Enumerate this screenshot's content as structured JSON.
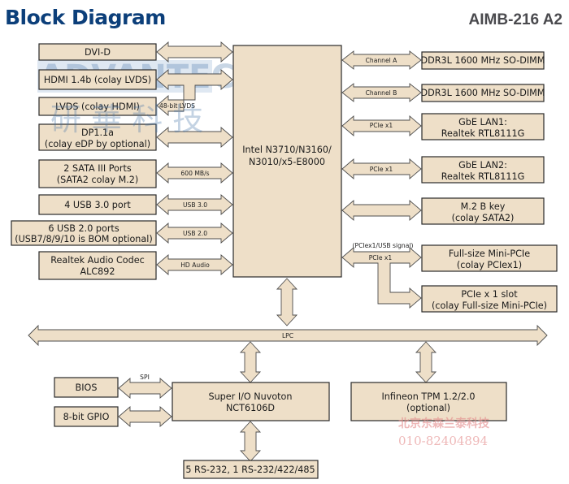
{
  "header": {
    "title": "Block Diagram",
    "model": "AIMB-216 A2"
  },
  "colors": {
    "title": "#0c3f7a",
    "model": "#4a4a4e",
    "box_fill": "#eedfc8",
    "box_stroke": "#2a2a2a"
  },
  "cpu": {
    "line1": "Intel N3710/N3160/",
    "line2": "N3010/x5-E8000"
  },
  "left_blocks": [
    {
      "id": "dvi",
      "lines": [
        "DVI-D"
      ],
      "bus": ""
    },
    {
      "id": "hdmi",
      "lines": [
        "HDMI 1.4b (colay LVDS)"
      ],
      "bus": ""
    },
    {
      "id": "lvds",
      "lines": [
        "LVDS (colay HDMI)"
      ],
      "bus": "48-bit LVDS"
    },
    {
      "id": "dp",
      "lines": [
        "DP1.1a",
        "(colay eDP by optional)"
      ],
      "bus": ""
    },
    {
      "id": "sata",
      "lines": [
        "2 SATA III Ports",
        "(SATA2 colay M.2)"
      ],
      "bus": "600 MB/s"
    },
    {
      "id": "usb3",
      "lines": [
        "4 USB 3.0 port"
      ],
      "bus": "USB 3.0"
    },
    {
      "id": "usb2",
      "lines": [
        "6 USB 2.0 ports",
        "(USB7/8/9/10 is BOM optional)"
      ],
      "bus": "USB 2.0"
    },
    {
      "id": "audio",
      "lines": [
        "Realtek Audio Codec",
        "ALC892"
      ],
      "bus": "HD Audio"
    }
  ],
  "right_blocks": [
    {
      "id": "dimm-a",
      "lines": [
        "DDR3L 1600 MHz SO-DIMM"
      ],
      "bus": "Channel A"
    },
    {
      "id": "dimm-b",
      "lines": [
        "DDR3L 1600 MHz SO-DIMM"
      ],
      "bus": "Channel B"
    },
    {
      "id": "lan1",
      "lines": [
        "GbE LAN1:",
        "Realtek RTL8111G"
      ],
      "bus": "PCIe x1"
    },
    {
      "id": "lan2",
      "lines": [
        "GbE LAN2:",
        "Realtek RTL8111G"
      ],
      "bus": "PCIe x1"
    },
    {
      "id": "m2",
      "lines": [
        "M.2 B key",
        "(colay SATA2)"
      ],
      "bus": ""
    },
    {
      "id": "minipcie",
      "lines": [
        "Full-size Mini-PCIe",
        "(colay PCIex1)"
      ],
      "bus": "PCIe x1",
      "bus_note": "(PCIex1/USB signal)"
    },
    {
      "id": "pcie-slot",
      "lines": [
        "PCIe x 1 slot",
        "(colay Full-size Mini-PCIe)"
      ],
      "bus": ""
    }
  ],
  "lpc": {
    "label": "LPC"
  },
  "superio": {
    "lines": [
      "Super I/O Nuvoton",
      "NCT6106D"
    ]
  },
  "tpm": {
    "lines": [
      "Infineon TPM 1.2/2.0",
      "(optional)"
    ]
  },
  "bios": {
    "lines": [
      "BIOS"
    ],
    "bus": "SPI"
  },
  "gpio": {
    "lines": [
      "8-bit GPIO"
    ]
  },
  "serial": {
    "lines": [
      "5 RS-232, 1 RS-232/422/485"
    ]
  },
  "watermarks": {
    "brand": "ADVANTECH",
    "brand_cn": "研 華 科 技",
    "reseller": "北京东森兰泰科技",
    "phone": "010-82404894"
  }
}
